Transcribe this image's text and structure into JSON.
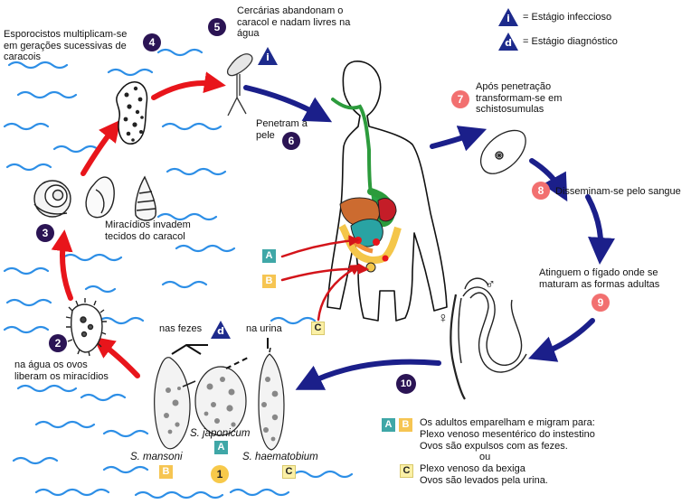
{
  "legend": {
    "infectious": {
      "symbol": "i",
      "label": "= Estágio infeccioso"
    },
    "diagnostic": {
      "symbol": "d",
      "label": "= Estágio diagnóstico"
    }
  },
  "steps": [
    {
      "num": "1",
      "text": ""
    },
    {
      "num": "2",
      "text": "na água os ovos\nliberam os miracídios"
    },
    {
      "num": "3",
      "text": "Miracídios invadem\ntecidos do caracol"
    },
    {
      "num": "4",
      "text": "Esporocistos multiplicam-se\nem gerações sucessivas de\ncaracois"
    },
    {
      "num": "5",
      "text": "Cercárias abandonam o\ncaracol e nadam livres na\nágua"
    },
    {
      "num": "6",
      "text": "Penetram a\npele"
    },
    {
      "num": "7",
      "text": "Após penetração\ntransformam-se em\nschistosumulas"
    },
    {
      "num": "8",
      "text": "Disseminam-se pelo sangue"
    },
    {
      "num": "9",
      "text": "Atinguem o fígado onde se\nmaturam as formas adultas"
    },
    {
      "num": "10",
      "text": ""
    }
  ],
  "stage_markers": {
    "infectious": "i",
    "diagnostic": "d"
  },
  "egg_labels": {
    "feces": "nas fezes",
    "urine": "na urina"
  },
  "species": [
    {
      "name": "S. mansoni",
      "tag": "B"
    },
    {
      "name": "S. japonicum",
      "tag": "A"
    },
    {
      "name": "S. haematobium",
      "tag": "C"
    }
  ],
  "body_tags": [
    "A",
    "B",
    "C"
  ],
  "sex_symbols": {
    "male": "♂",
    "female": "♀"
  },
  "adults_note": {
    "tags": [
      "A",
      "B"
    ],
    "line1": "Os adultos emparelham e migram para:",
    "line2": "Plexo venoso mesentérico do instestino",
    "line3": "Ovos são expulsos com as fezes.",
    "or": "ou",
    "tag_c": "C",
    "line4": "Plexo venoso da bexiga",
    "line5": "Ovos são levados pela urina."
  },
  "colors": {
    "navy_arrow": "#1b1f8a",
    "red_arrow": "#e8151b",
    "water": "#2c8ee6",
    "badge_navy": "#2b1454",
    "badge_salmon": "#f27070",
    "tag_teal": "#3fa7a7",
    "tag_gold": "#f6c552"
  }
}
